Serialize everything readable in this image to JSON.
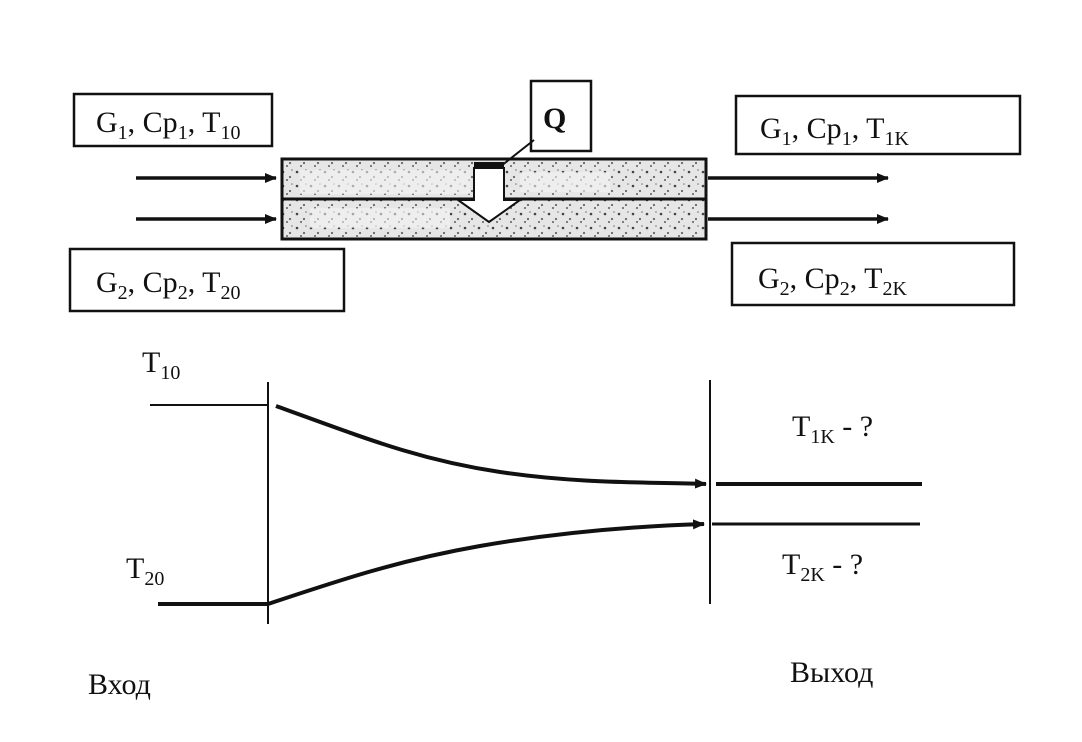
{
  "top_diagram": {
    "inlet_hot": {
      "G": "G",
      "G_sub": "1",
      "Cp": "Cp",
      "Cp_sub": "1",
      "T": "T",
      "T_sub": "10"
    },
    "inlet_cold": {
      "G": "G",
      "G_sub": "2",
      "Cp": "Cp",
      "Cp_sub": "2",
      "T": "T",
      "T_sub": "20"
    },
    "outlet_hot": {
      "G": "G",
      "G_sub": "1",
      "Cp": "Cp",
      "Cp_sub": "1",
      "T": "T",
      "T_sub": "1K"
    },
    "outlet_cold": {
      "G": "G",
      "G_sub": "2",
      "Cp": "Cp",
      "Cp_sub": "2",
      "T": "T",
      "T_sub": "2K"
    },
    "heat_label": "Q",
    "separator": ", "
  },
  "bottom_diagram": {
    "t10": {
      "T": "T",
      "sub": "10"
    },
    "t20": {
      "T": "T",
      "sub": "20"
    },
    "t1k": {
      "T": "T",
      "sub": "1K",
      "suffix": " - ?"
    },
    "t2k": {
      "T": "T",
      "sub": "2K",
      "suffix": " - ?"
    },
    "inlet_label": "Вход",
    "outlet_label": "Выход"
  },
  "colors": {
    "ink": "#111111",
    "pipe_fill": "#dcdcdc",
    "background": "#ffffff"
  }
}
